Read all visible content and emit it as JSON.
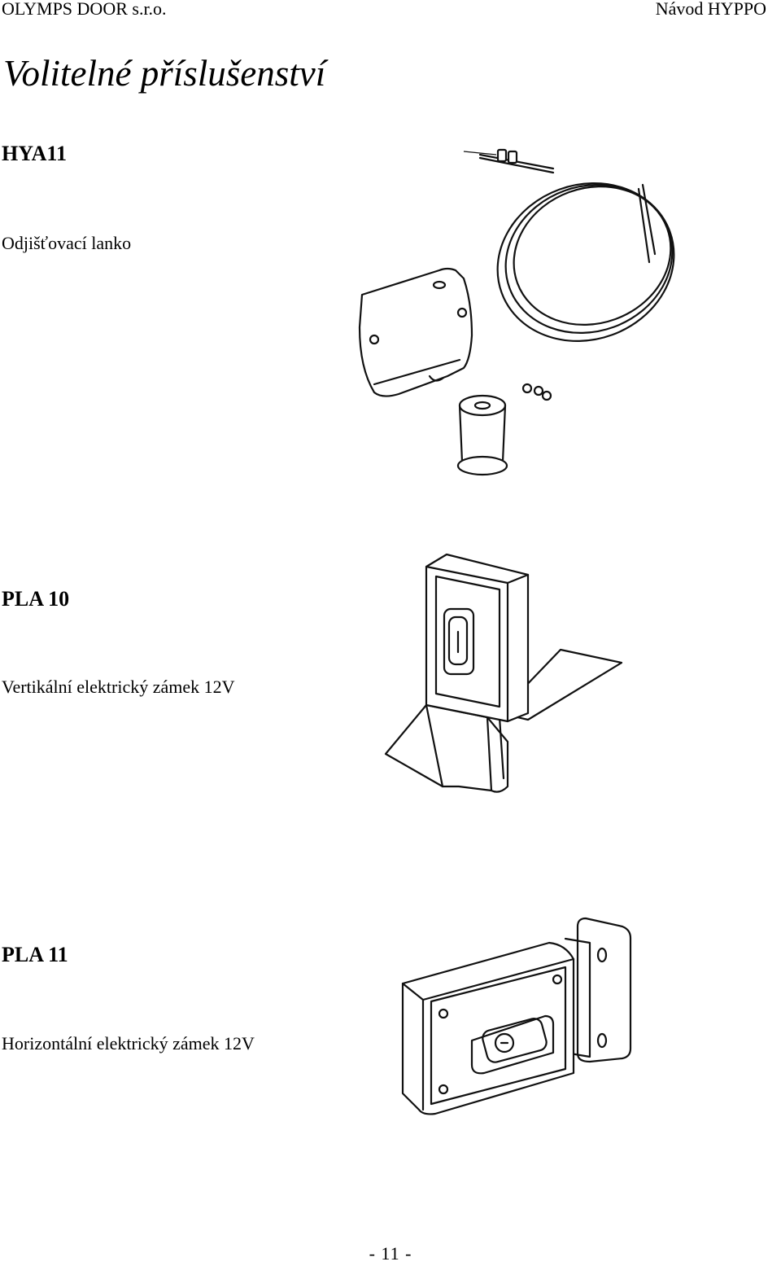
{
  "header": {
    "company": "OLYMPS DOOR s.r.o.",
    "manual": "Návod HYPPO"
  },
  "page_title": "Volitelné příslušenství",
  "items": [
    {
      "code": "HYA11",
      "description": "Odjišťovací lanko",
      "icon": "release-cable-kit-illustration"
    },
    {
      "code": "PLA 10",
      "description": "Vertikální elektrický zámek 12V",
      "icon": "vertical-electric-lock-illustration"
    },
    {
      "code": "PLA 11",
      "description": "Horizontální elektrický zámek 12V",
      "icon": "horizontal-electric-lock-illustration"
    }
  ],
  "footer": {
    "page_number": "- 11 -"
  }
}
